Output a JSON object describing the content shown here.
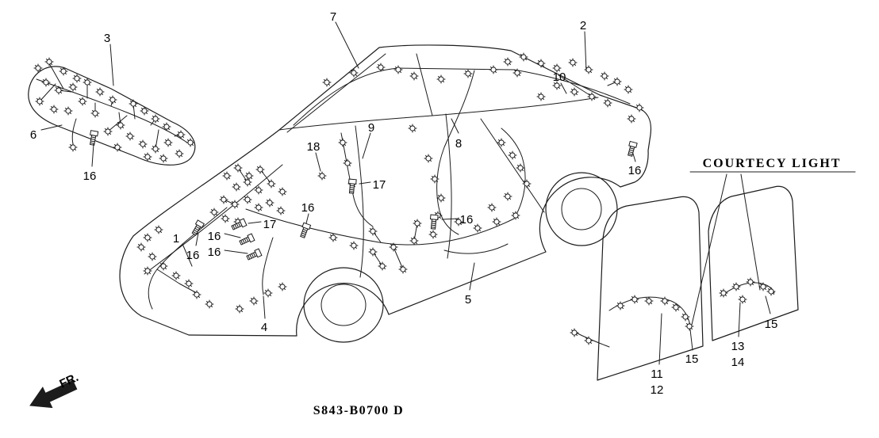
{
  "diagram": {
    "courtesy_light_label": "COURTECY LIGHT",
    "part_code": "S843-B0700 D",
    "fr_label": "FR.",
    "callouts": {
      "1": "1",
      "2": "2",
      "3": "3",
      "4": "4",
      "5": "5",
      "6": "6",
      "7": "7",
      "8": "8",
      "9": "9",
      "10": "10",
      "11": "11",
      "12": "12",
      "13": "13",
      "14": "14",
      "15": "15",
      "16": "16",
      "17": "17",
      "18": "18"
    },
    "icons": {
      "connector": "connector-icon",
      "bolt": "bolt-icon"
    }
  }
}
